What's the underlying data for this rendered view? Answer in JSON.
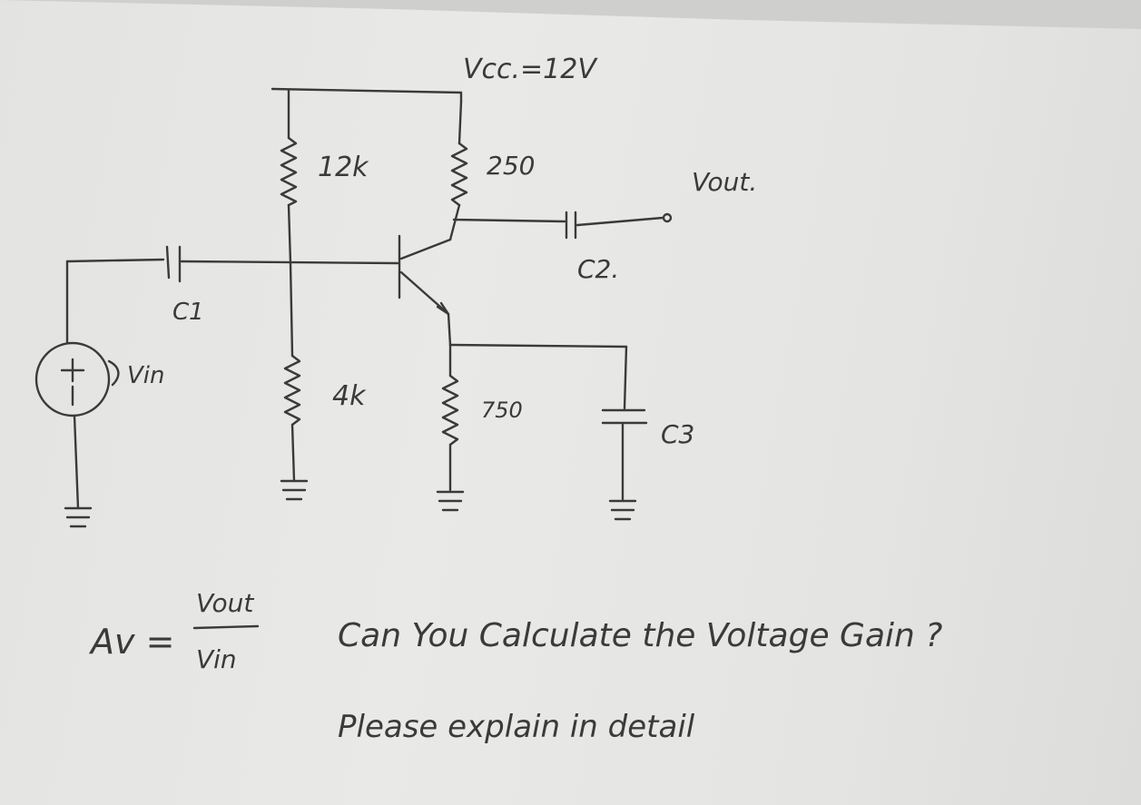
{
  "labels": {
    "vcc": "Vcc.=12V",
    "r1": "12k",
    "rc": "250",
    "vout": "Vout.",
    "c1": "C1",
    "c2": "C2.",
    "vin": "Vin",
    "r2": "4k",
    "re": "750",
    "c3": "C3",
    "source_polarity": "+|-"
  },
  "formula": {
    "lhs": "Av =",
    "numerator": "Vout",
    "denominator": "Vin"
  },
  "question": {
    "line1": "Can You Calculate the Voltage Gain ?",
    "line2": "Please explain in detail"
  },
  "colors": {
    "ink": "#3a3a3a",
    "paper": "#e6e6e4"
  }
}
